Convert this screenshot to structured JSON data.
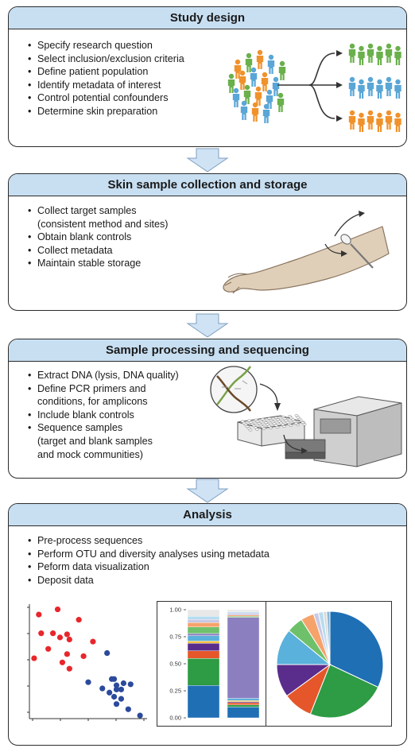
{
  "panels": {
    "study_design": {
      "title": "Study design",
      "bullets": [
        "Specify research question",
        "Select inclusion/exclusion criteria",
        "Define patient population",
        "Identify metadata of interest",
        "Control potential confounders",
        "Determine skin preparation"
      ]
    },
    "collection": {
      "title": "Skin sample collection and storage",
      "bullets": [
        "Collect target samples\n(consistent method and sites)",
        "Obtain blank controls",
        "Collect metadata",
        "Maintain stable storage"
      ]
    },
    "processing": {
      "title": "Sample processing and sequencing",
      "bullets": [
        "Extract DNA (lysis, DNA quality)",
        "Define PCR primers and\nconditions, for amplicons",
        "Include blank controls",
        "Sequence samples\n(target and blank samples\nand mock communities)"
      ]
    },
    "analysis": {
      "title": "Analysis",
      "bullets": [
        "Pre-process sequences",
        "Perform OTU and diversity analyses using metadata",
        "Peform data visualization",
        "Deposit data"
      ]
    }
  },
  "colors": {
    "header_bg": "#c8dff2",
    "person_orange": "#f0922b",
    "person_green": "#6ab04c",
    "person_blue": "#5aa6d6",
    "arrow_fill": "#cfe3f5",
    "scatter_red": "#e8262b",
    "scatter_blue": "#2c4a9c"
  },
  "chart_data": [
    {
      "type": "scatter",
      "series": [
        {
          "color": "#e8262b",
          "points": [
            [
              0.4,
              1.0
            ],
            [
              1.2,
              1.05
            ],
            [
              0.5,
              0.82
            ],
            [
              1.0,
              0.82
            ],
            [
              1.3,
              0.78
            ],
            [
              1.6,
              0.81
            ],
            [
              1.7,
              0.76
            ],
            [
              2.1,
              0.95
            ],
            [
              0.8,
              0.67
            ],
            [
              1.6,
              0.62
            ],
            [
              2.3,
              0.6
            ],
            [
              2.7,
              0.74
            ],
            [
              1.4,
              0.54
            ],
            [
              0.2,
              0.58
            ],
            [
              1.7,
              0.48
            ]
          ]
        },
        {
          "color": "#2c4a9c",
          "points": [
            [
              3.3,
              0.63
            ],
            [
              2.5,
              0.35
            ],
            [
              3.5,
              0.38
            ],
            [
              3.7,
              0.32
            ],
            [
              3.1,
              0.29
            ],
            [
              3.7,
              0.28
            ],
            [
              3.6,
              0.38
            ],
            [
              3.4,
              0.25
            ],
            [
              4.3,
              0.33
            ],
            [
              4.0,
              0.34
            ],
            [
              3.9,
              0.28
            ],
            [
              3.6,
              0.21
            ],
            [
              3.9,
              0.19
            ],
            [
              3.7,
              0.14
            ],
            [
              4.2,
              0.09
            ],
            [
              4.7,
              0.03
            ]
          ]
        }
      ],
      "xlim": [
        0,
        5
      ],
      "ylim": [
        0,
        1.1
      ],
      "x_ticks": 5,
      "y_ticks": 5
    },
    {
      "type": "bar",
      "stacked": true,
      "categories": [
        "",
        ""
      ],
      "y_ticks": [
        "0.00",
        "0.25",
        "0.50",
        "0.75",
        "1.00"
      ],
      "ylim": [
        0,
        1
      ],
      "series": [
        {
          "color": "#1f6fb5",
          "values": [
            0.3,
            0.1
          ]
        },
        {
          "color": "#2e9b45",
          "values": [
            0.25,
            0.02
          ]
        },
        {
          "color": "#e5572a",
          "values": [
            0.07,
            0.02
          ]
        },
        {
          "color": "#5a2d8c",
          "values": [
            0.07,
            0.01
          ]
        },
        {
          "color": "#f3bf3a",
          "values": [
            0.02,
            0.01
          ]
        },
        {
          "color": "#5ab1dc",
          "values": [
            0.05,
            0.02
          ]
        },
        {
          "color": "#8c7fc0",
          "values": [
            0.02,
            0.75
          ]
        },
        {
          "color": "#6fc06b",
          "values": [
            0.06,
            0.01
          ]
        },
        {
          "color": "#f6a26b",
          "values": [
            0.04,
            0.01
          ]
        },
        {
          "color": "#c9c9e6",
          "values": [
            0.03,
            0.02
          ]
        },
        {
          "color": "#b8dcef",
          "values": [
            0.03,
            0.01
          ]
        },
        {
          "color": "#e8e8e8",
          "values": [
            0.06,
            0.02
          ]
        }
      ]
    },
    {
      "type": "pie",
      "slices": [
        {
          "color": "#1f6fb5",
          "value": 0.32
        },
        {
          "color": "#2e9b45",
          "value": 0.24
        },
        {
          "color": "#e5572a",
          "value": 0.09
        },
        {
          "color": "#5a2d8c",
          "value": 0.1
        },
        {
          "color": "#5ab1dc",
          "value": 0.11
        },
        {
          "color": "#6fc06b",
          "value": 0.05
        },
        {
          "color": "#f6a26b",
          "value": 0.04
        },
        {
          "color": "#c9c9e6",
          "value": 0.015
        },
        {
          "color": "#b8dcef",
          "value": 0.015
        },
        {
          "color": "#d9d9d9",
          "value": 0.01
        },
        {
          "color": "#8ab6d6",
          "value": 0.01
        }
      ]
    }
  ]
}
